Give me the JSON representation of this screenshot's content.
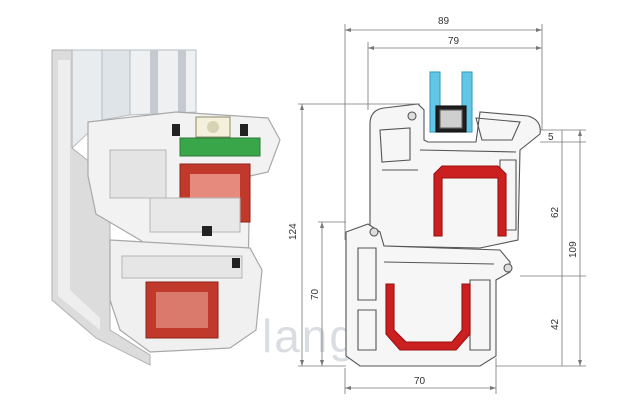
{
  "watermark": "langai.ro",
  "dimensions": {
    "top_total": "89",
    "top_inner": "79",
    "left_total": "124",
    "left_lower": "70",
    "bottom": "70",
    "right_total": "109",
    "right_top": "5",
    "right_mid": "62",
    "right_low": "42"
  },
  "colors": {
    "profile_white": "#f1f1f1",
    "profile_shadow": "#c9c9c9",
    "reinforcement": "#c0392b",
    "gasket_green": "#3aa64a",
    "glass_blue": "#63c6e6",
    "gasket_dark": "#222222",
    "drawing_red": "#cc1f1f",
    "drawing_line": "#555555"
  }
}
